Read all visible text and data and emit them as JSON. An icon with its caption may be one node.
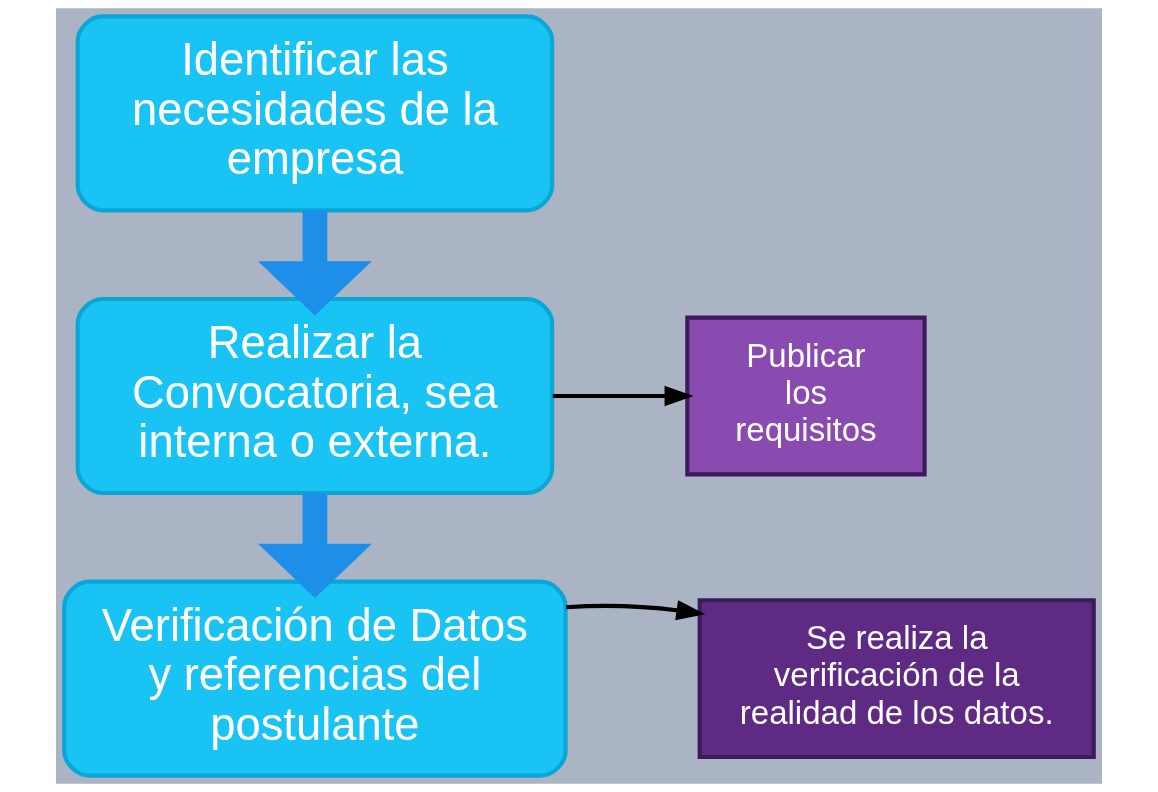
{
  "diagram": {
    "nodes": [
      {
        "text": [
          "Identificar las necesidades de la empresa"
        ]
      },
      {
        "text": [
          "Realizar la Convocatoria, sea interna o externa."
        ]
      },
      {
        "text": [
          "Publicar los requisitos"
        ]
      },
      {
        "text": [
          "Se realiza la verificación de la realidad de los datos."
        ]
      },
      {
        "text": [
          "Verificación de Datos y referencias del postulante"
        ]
      }
    ],
    "edges": [
      {
        "from": 0,
        "to": 1,
        "arrow": "to",
        "style": "thick",
        "color": "#1e8fe8"
      },
      {
        "from": 1,
        "to": 2,
        "arrow": "to",
        "color": "#000000"
      },
      {
        "from": 1,
        "to": 4,
        "arrow": "to",
        "style": "thick",
        "color": "#1e8fe8"
      },
      {
        "from": 4,
        "to": 3,
        "arrow": "to",
        "color": "#000000"
      }
    ]
  }
}
